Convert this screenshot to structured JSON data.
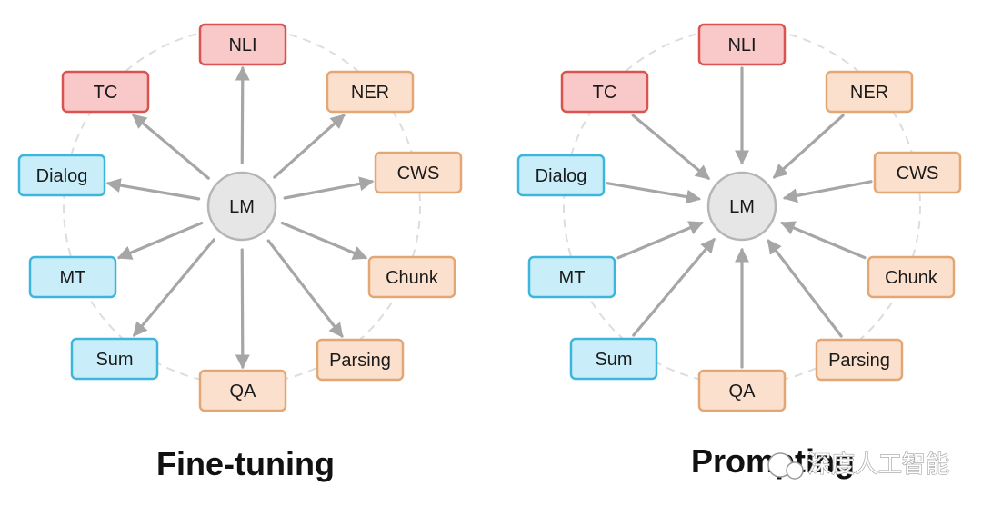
{
  "colors": {
    "red": {
      "fill": "#f9c8c8",
      "stroke": "#d9534f"
    },
    "orange": {
      "fill": "#fbe0cd",
      "stroke": "#e3a775"
    },
    "blue": {
      "fill": "#c9eef9",
      "stroke": "#3cb6da"
    },
    "center": {
      "fill": "#e6e6e6",
      "stroke": "#b5b5b5"
    },
    "arrow": "#a6a6a6",
    "ring": "#dddddd"
  },
  "diagrams": [
    {
      "id": "fine-tuning",
      "caption": "Fine-tuning",
      "direction": "outward",
      "center": {
        "label": "LM"
      },
      "tasks": [
        {
          "label": "NLI",
          "color": "red"
        },
        {
          "label": "NER",
          "color": "orange"
        },
        {
          "label": "CWS",
          "color": "orange"
        },
        {
          "label": "Chunk",
          "color": "orange"
        },
        {
          "label": "Parsing",
          "color": "orange"
        },
        {
          "label": "QA",
          "color": "orange"
        },
        {
          "label": "Sum",
          "color": "blue"
        },
        {
          "label": "MT",
          "color": "blue"
        },
        {
          "label": "Dialog",
          "color": "blue"
        },
        {
          "label": "TC",
          "color": "red"
        }
      ]
    },
    {
      "id": "prompting",
      "caption": "Prompting",
      "direction": "inward",
      "center": {
        "label": "LM"
      },
      "tasks": [
        {
          "label": "NLI",
          "color": "red"
        },
        {
          "label": "NER",
          "color": "orange"
        },
        {
          "label": "CWS",
          "color": "orange"
        },
        {
          "label": "Chunk",
          "color": "orange"
        },
        {
          "label": "Parsing",
          "color": "orange"
        },
        {
          "label": "QA",
          "color": "orange"
        },
        {
          "label": "Sum",
          "color": "blue"
        },
        {
          "label": "MT",
          "color": "blue"
        },
        {
          "label": "Dialog",
          "color": "blue"
        },
        {
          "label": "TC",
          "color": "red"
        }
      ]
    }
  ],
  "watermark": "深度人工智能"
}
